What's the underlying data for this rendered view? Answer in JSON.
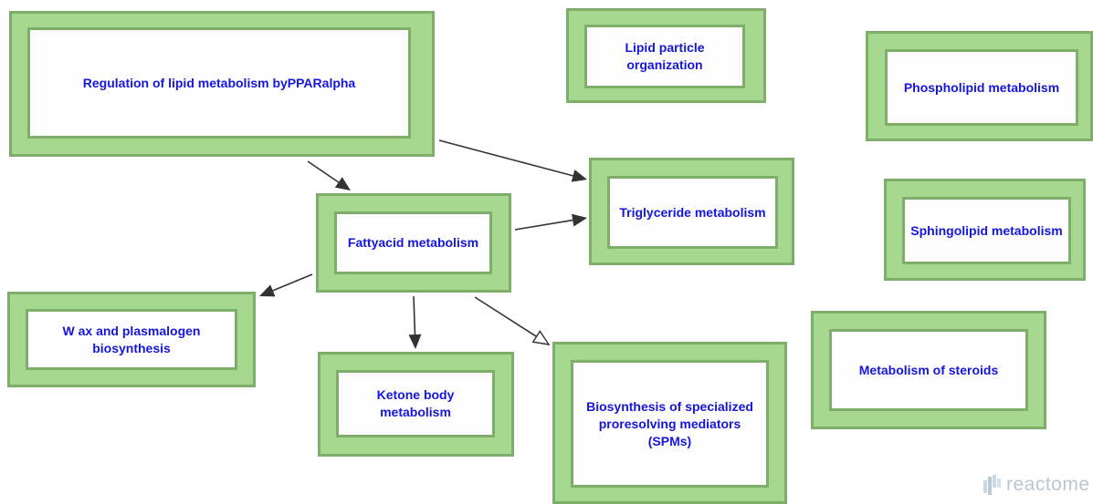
{
  "diagram": {
    "nodes": [
      {
        "id": "lipid-regulation",
        "label": "Regulation of lipid metabolism byPPARalpha"
      },
      {
        "id": "lipid-particle",
        "label": "Lipid particle\norganization"
      },
      {
        "id": "phospholipid",
        "label": "Phospholipid metabolism"
      },
      {
        "id": "triglyceride",
        "label": "Triglyceride metabolism"
      },
      {
        "id": "sphingolipid",
        "label": "Sphingolipid metabolism"
      },
      {
        "id": "fatty-acid",
        "label": "Fattyacid metabolism"
      },
      {
        "id": "wax-plasmalogen",
        "label": "W ax and plasmalogen\nbiosynthesis"
      },
      {
        "id": "ketone-body",
        "label": "Ketone body\nmetabolism"
      },
      {
        "id": "spm-biosynthesis",
        "label": "Biosynthesis of specialized\nproresolving mediators\n(SPMs)"
      },
      {
        "id": "steroids",
        "label": "Metabolism of steroids"
      }
    ],
    "edges": [
      {
        "from": "lipid-regulation",
        "to": "fatty-acid",
        "arrowhead": "filled"
      },
      {
        "from": "lipid-regulation",
        "to": "triglyceride",
        "arrowhead": "filled"
      },
      {
        "from": "fatty-acid",
        "to": "triglyceride",
        "arrowhead": "filled"
      },
      {
        "from": "fatty-acid",
        "to": "wax-plasmalogen",
        "arrowhead": "filled"
      },
      {
        "from": "fatty-acid",
        "to": "ketone-body",
        "arrowhead": "filled"
      },
      {
        "from": "fatty-acid",
        "to": "spm-biosynthesis",
        "arrowhead": "open"
      }
    ]
  },
  "colors": {
    "node_fill": "#a6d88f",
    "node_border": "#7fae6b",
    "label_text": "#1515e0",
    "edge": "#333333"
  },
  "branding": {
    "logo_text": "reactome",
    "logo_icon": "reactome-icon"
  }
}
